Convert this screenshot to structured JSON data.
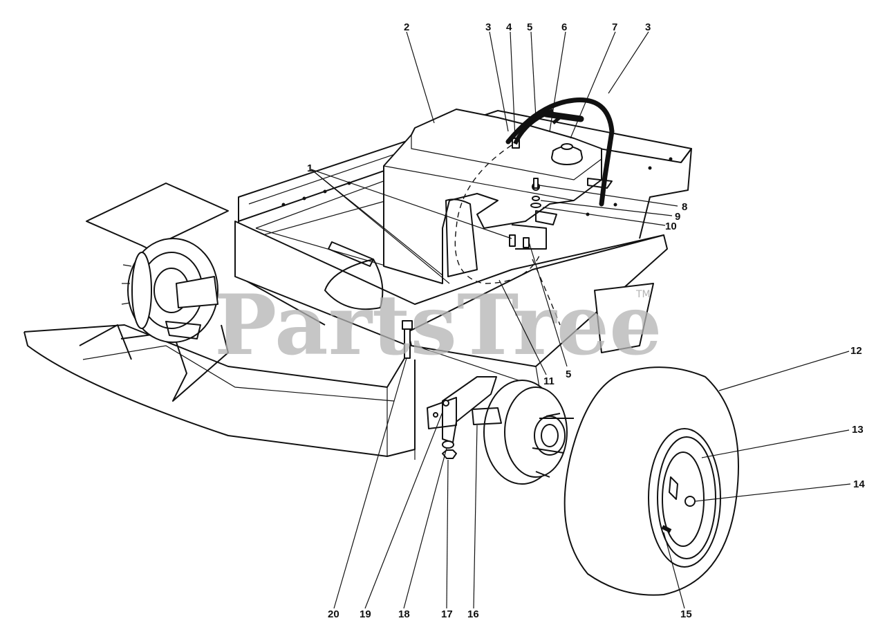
{
  "watermark": {
    "text": "PartsTree",
    "trademark": "TM"
  },
  "callouts": {
    "c1": "1",
    "c2": "2",
    "c3a": "3",
    "c3b": "3",
    "c4": "4",
    "c5a": "5",
    "c5b": "5",
    "c6": "6",
    "c7": "7",
    "c8": "8",
    "c9": "9",
    "c10": "10",
    "c11": "11",
    "c12": "12",
    "c13": "13",
    "c14": "14",
    "c15": "15",
    "c16": "16",
    "c17": "17",
    "c18": "18",
    "c19": "19",
    "c20": "20"
  }
}
